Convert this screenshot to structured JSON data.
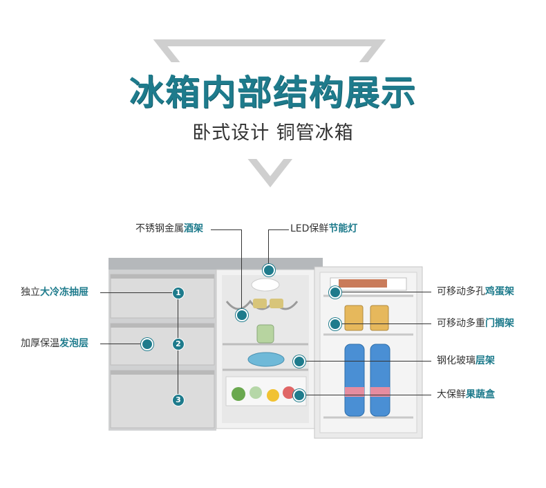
{
  "header": {
    "title": "冰箱内部结构展示",
    "subtitle": "卧式设计 铜管冰箱"
  },
  "callouts": {
    "wine_rack": {
      "prefix": "不锈钢金属",
      "bold": "酒架"
    },
    "led_light": {
      "prefix": "LED保鲜",
      "bold": "节能灯"
    },
    "drawers": {
      "prefix": "独立",
      "bold": "大冷冻抽屉"
    },
    "foam": {
      "prefix": "加厚保温",
      "bold": "发泡层"
    },
    "egg_rack": {
      "prefix": "可移动多孔",
      "bold": "鸡蛋架"
    },
    "door_shelf": {
      "prefix": "可移动多重",
      "bold": "门搁架"
    },
    "glass_shelf": {
      "prefix": "钢化玻璃",
      "bold": "层架"
    },
    "crisper": {
      "prefix": "大保鲜",
      "bold": "果蔬盒"
    }
  },
  "drawer_numbers": [
    "1",
    "2",
    "3"
  ],
  "colors": {
    "accent": "#1e7b8c",
    "body": "#c9c9c9",
    "interior": "#eeeeee"
  }
}
